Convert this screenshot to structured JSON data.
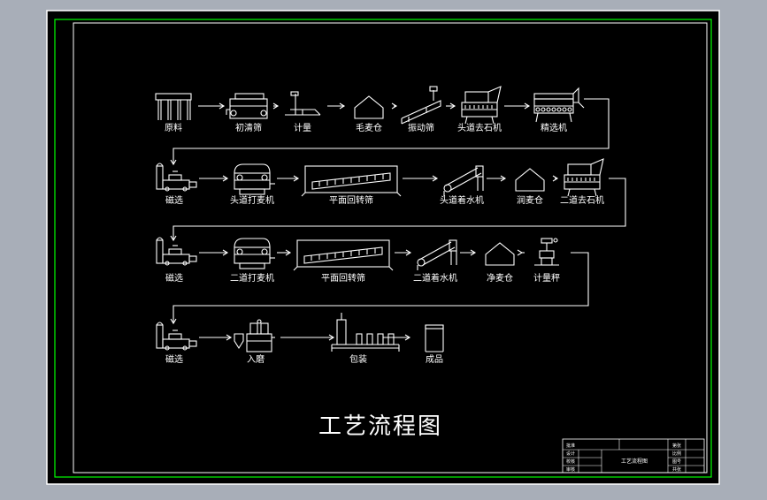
{
  "title": "工艺流程图",
  "rows": [
    [
      {
        "key": "raw",
        "label": "原料"
      },
      {
        "key": "prescreen",
        "label": "初清筛"
      },
      {
        "key": "meter",
        "label": "计量"
      },
      {
        "key": "rawbin",
        "label": "毛麦仓"
      },
      {
        "key": "vibro",
        "label": "振动筛"
      },
      {
        "key": "destoner1",
        "label": "头道去石机"
      },
      {
        "key": "selector",
        "label": "精选机"
      }
    ],
    [
      {
        "key": "magnet1",
        "label": "磁选"
      },
      {
        "key": "scourer1",
        "label": "头道打麦机"
      },
      {
        "key": "rotary1",
        "label": "平面回转筛"
      },
      {
        "key": "damp1",
        "label": "头道着水机"
      },
      {
        "key": "tempbin",
        "label": "润麦仓"
      },
      {
        "key": "destoner2",
        "label": "二道去石机"
      }
    ],
    [
      {
        "key": "magnet2",
        "label": "磁选"
      },
      {
        "key": "scourer2",
        "label": "二道打麦机"
      },
      {
        "key": "rotary2",
        "label": "平面回转筛"
      },
      {
        "key": "damp2",
        "label": "二道着水机"
      },
      {
        "key": "cleanbin",
        "label": "净麦仓"
      },
      {
        "key": "scale",
        "label": "计量秤"
      }
    ],
    [
      {
        "key": "magnet3",
        "label": "磁选"
      },
      {
        "key": "mill",
        "label": "入磨"
      },
      {
        "key": "packing",
        "label": "包装"
      },
      {
        "key": "product",
        "label": "成品"
      }
    ]
  ],
  "title_block": {
    "title": "工艺流程图",
    "left_labels": [
      "设计",
      "校核",
      "审核",
      "批准"
    ],
    "right_labels": [
      "比例",
      "图号",
      "共张",
      "第张"
    ]
  },
  "colors": {
    "background": "#000000",
    "frame_outer": "#ffffff",
    "frame_inner": "#00ff00",
    "lines": "#ffffff",
    "canvas": "#a8aeb8"
  }
}
